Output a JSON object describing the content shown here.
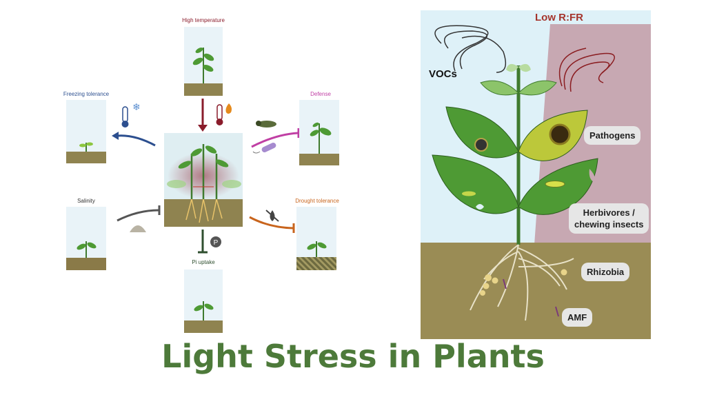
{
  "left_diagram": {
    "center_label": "",
    "high_temperature": "High temperature",
    "freezing_tolerance": "Freezing tolerance",
    "defense": "Defense",
    "salinity": "Salinity",
    "drought_tolerance": "Drought tolerance",
    "pi_uptake": "Pi uptake",
    "p_badge": "P",
    "colors": {
      "high_temperature": "#8a1c2b",
      "freezing_tolerance": "#2c4f8f",
      "defense": "#c03fa4",
      "salinity": "#555555",
      "drought_tolerance": "#c8641c",
      "pi_uptake": "#2f4f2f"
    }
  },
  "right_diagram": {
    "low_rfr": "Low R:FR",
    "vocs": "VOCs",
    "pathogens": "Pathogens",
    "herbivores": "Herbivores /",
    "chewing_insects": "chewing insects",
    "rhizobia": "Rhizobia",
    "amf": "AMF",
    "colors": {
      "low_rfr": "#a5342c",
      "sky": "#def1f8",
      "soil": "#9a8c55",
      "cone": "#c7a8b2"
    }
  },
  "page_title": "Light Stress in Plants"
}
